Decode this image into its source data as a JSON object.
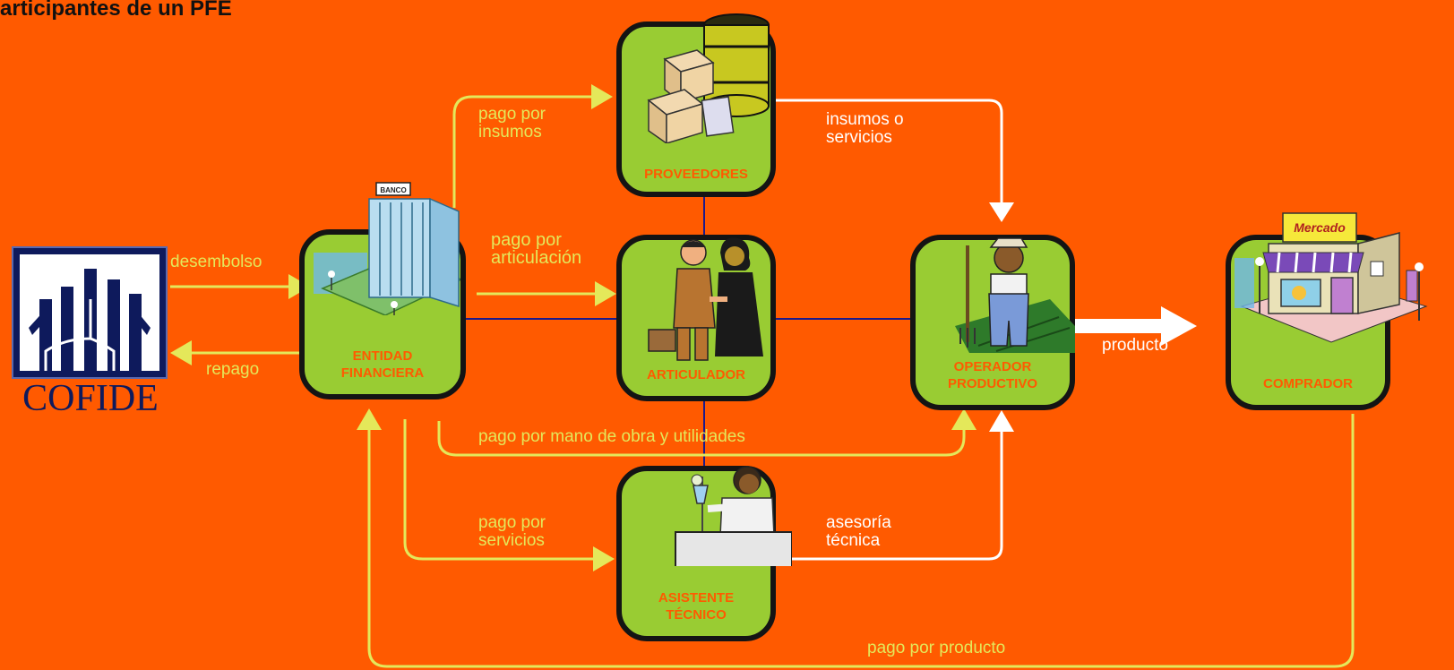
{
  "title": "articipantes de un PFE",
  "nodes": {
    "cofide": "COFIDE",
    "entidad": "ENTIDAD\nFINANCIERA",
    "proveedores": "PROVEEDORES",
    "articulador": "ARTICULADOR",
    "operador": "OPERADOR\nPRODUCTIVO",
    "comprador": "COMPRADOR",
    "asistente": "ASISTENTE\nTÉCNICO"
  },
  "flows": {
    "desembolso": "desembolso",
    "repago": "repago",
    "pago_insumos": "pago por\ninsumos",
    "pago_articulacion": "pago por\narticulación",
    "insumos_servicios": "insumos  o\nservicios",
    "producto": "producto",
    "pago_mano_obra": "pago por mano de obra y utilidades",
    "pago_servicios": "pago por\nservicios",
    "asesoria": "asesoría\ntécnica",
    "pago_producto": "pago por producto"
  },
  "images": {
    "bank_sign": "BANCO",
    "market_sign": "Mercado"
  },
  "colors": {
    "background": "#FF5A00",
    "node_fill": "#99CC33",
    "node_border": "#141414",
    "node_label": "#FF5A00",
    "money_flow": "#E4E85A",
    "goods_flow": "#FFFFFF",
    "link_line": "#1A1A8C",
    "cofide_blue": "#0E1A5C"
  }
}
